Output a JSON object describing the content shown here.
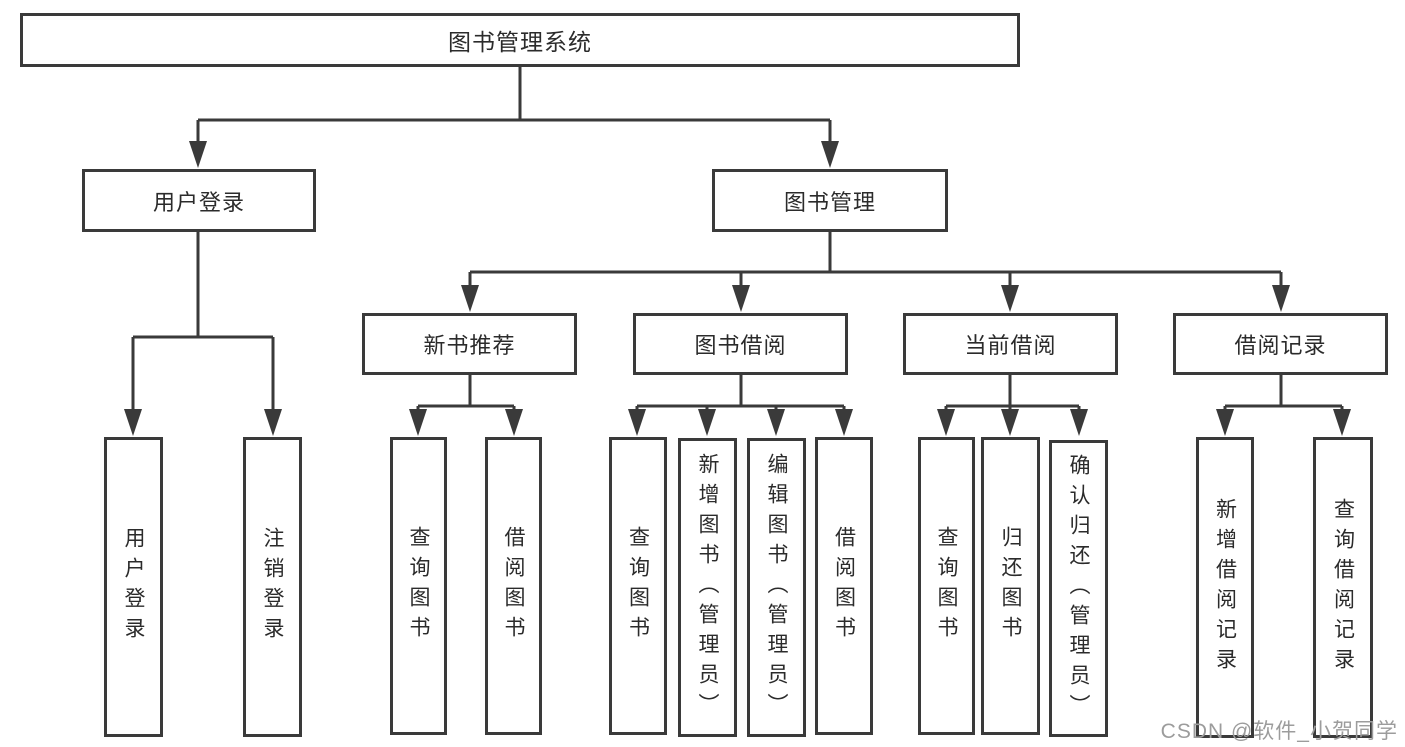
{
  "diagram": {
    "root": {
      "label": "图书管理系统"
    },
    "level1": [
      {
        "label": "用户登录"
      },
      {
        "label": "图书管理"
      }
    ],
    "login_children": [
      {
        "label": "用户登录"
      },
      {
        "label": "注销登录"
      }
    ],
    "management_children": [
      {
        "label": "新书推荐",
        "children": [
          {
            "label": "查询图书"
          },
          {
            "label": "借阅图书"
          }
        ]
      },
      {
        "label": "图书借阅",
        "children": [
          {
            "label": "查询图书"
          },
          {
            "label": "新增图书（管理员）"
          },
          {
            "label": "编辑图书（管理员）"
          },
          {
            "label": "借阅图书"
          }
        ]
      },
      {
        "label": "当前借阅",
        "children": [
          {
            "label": "查询图书"
          },
          {
            "label": "归还图书"
          },
          {
            "label": "确认归还（管理员）"
          }
        ]
      },
      {
        "label": "借阅记录",
        "children": [
          {
            "label": "新增借阅记录"
          },
          {
            "label": "查询借阅记录"
          }
        ]
      }
    ],
    "watermark": "CSDN @软件_小贺同学",
    "colors": {
      "line": "#3a3a3a",
      "text": "#2b2b2b",
      "watermark": "#9c9c9c",
      "background": "#ffffff"
    }
  }
}
